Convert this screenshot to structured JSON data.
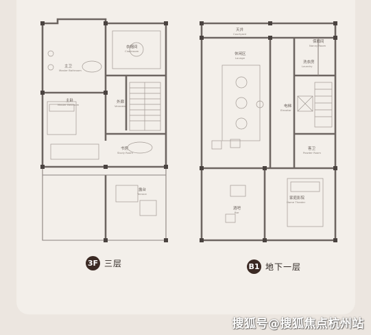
{
  "floors": [
    {
      "badge": "3F",
      "name": "三层",
      "rooms": {
        "cloakroom_cn": "衣帽间",
        "cloakroom_en": "Cloakroom",
        "bath_cn": "主卫",
        "bath_en": "Master Bathroom",
        "bedroom_cn": "主卧",
        "bedroom_en": "Master Bedroom",
        "veranda_cn": "外廊",
        "veranda_en": "Veranda",
        "study_cn": "书房",
        "study_en": "Study Room",
        "terrace_cn": "露台",
        "terrace_en": "Terrace"
      }
    },
    {
      "badge": "B1",
      "name": "地下一层",
      "rooms": {
        "courtyard_cn": "天井",
        "courtyard_en": "Courtyard",
        "lounge_cn": "休闲区",
        "lounge_en": "Lounge",
        "nanny_cn": "保姆间",
        "nanny_en": "Nanny Room",
        "laundry_cn": "洗衣房",
        "laundry_en": "Laundry",
        "elevator_cn": "电梯",
        "elevator_en": "Elevator",
        "powder_cn": "客卫",
        "powder_en": "Powder Room",
        "bar_cn": "酒吧",
        "bar_en": "Bar",
        "theater_cn": "家庭影院",
        "theater_en": "Home Theater"
      }
    }
  ],
  "watermark": "搜狐号@搜狐焦点杭州站",
  "colors": {
    "background": "#ece6e0",
    "card": "#f3efea",
    "wall": "#6d6561",
    "badge": "#3b2a24"
  }
}
